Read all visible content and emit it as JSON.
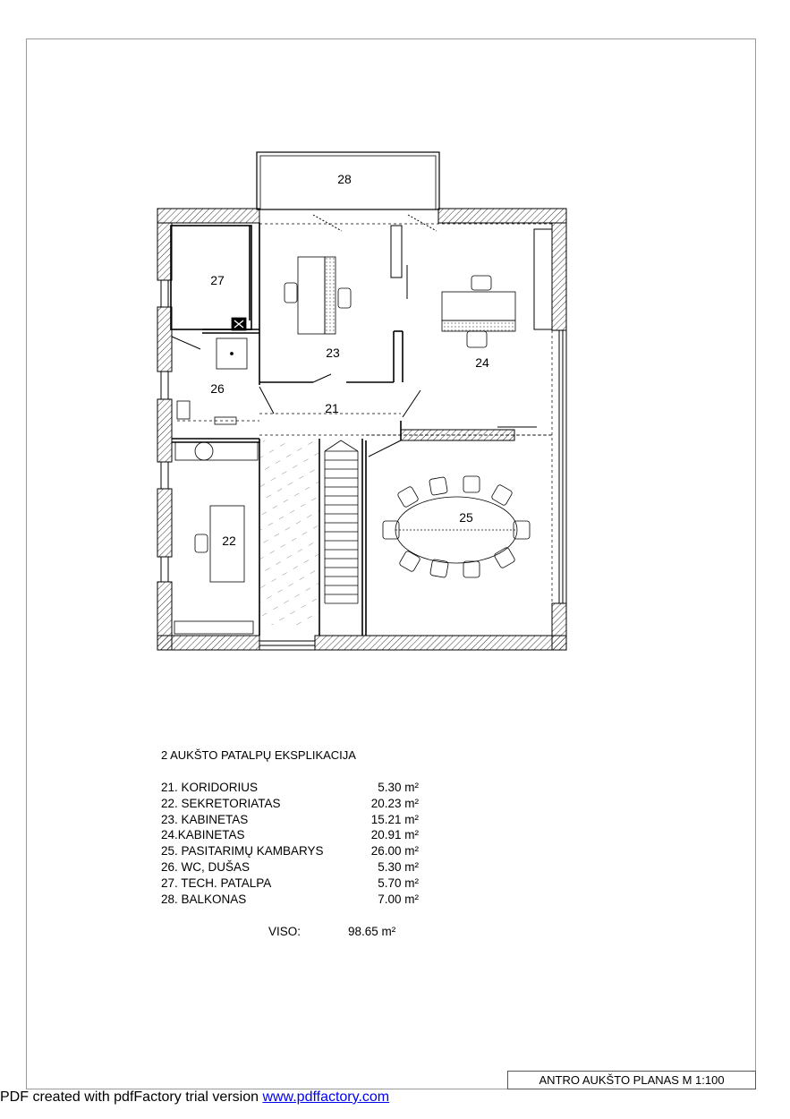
{
  "rooms_on_plan": {
    "r21": "21",
    "r22": "22",
    "r23": "23",
    "r24": "24",
    "r25": "25",
    "r26": "26",
    "r27": "27",
    "r28": "28"
  },
  "explication": {
    "title": "2 AUKŠTO PATALPŲ EKSPLIKACIJA",
    "rows": [
      {
        "name": "21. KORIDORIUS",
        "area": "5.30 m²"
      },
      {
        "name": "22. SEKRETORIATAS",
        "area": "20.23 m²"
      },
      {
        "name": "23. KABINETAS",
        "area": "15.21 m²"
      },
      {
        "name": "24.KABINETAS",
        "area": "20.91 m²"
      },
      {
        "name": "25. PASITARIMŲ KAMBARYS",
        "area": "26.00 m²"
      },
      {
        "name": "26. WC, DUŠAS",
        "area": "5.30 m²"
      },
      {
        "name": "27. TECH. PATALPA",
        "area": "5.70 m²"
      },
      {
        "name": "28. BALKONAS",
        "area": "7.00 m²"
      }
    ],
    "total_label": "VISO:",
    "total_value": "98.65 m²"
  },
  "title_block": "ANTRO  AUKŠTO PLANAS   M 1:100",
  "pdf_note": {
    "text": "PDF created with pdfFactory trial version ",
    "link": "www.pdffactory.com"
  }
}
